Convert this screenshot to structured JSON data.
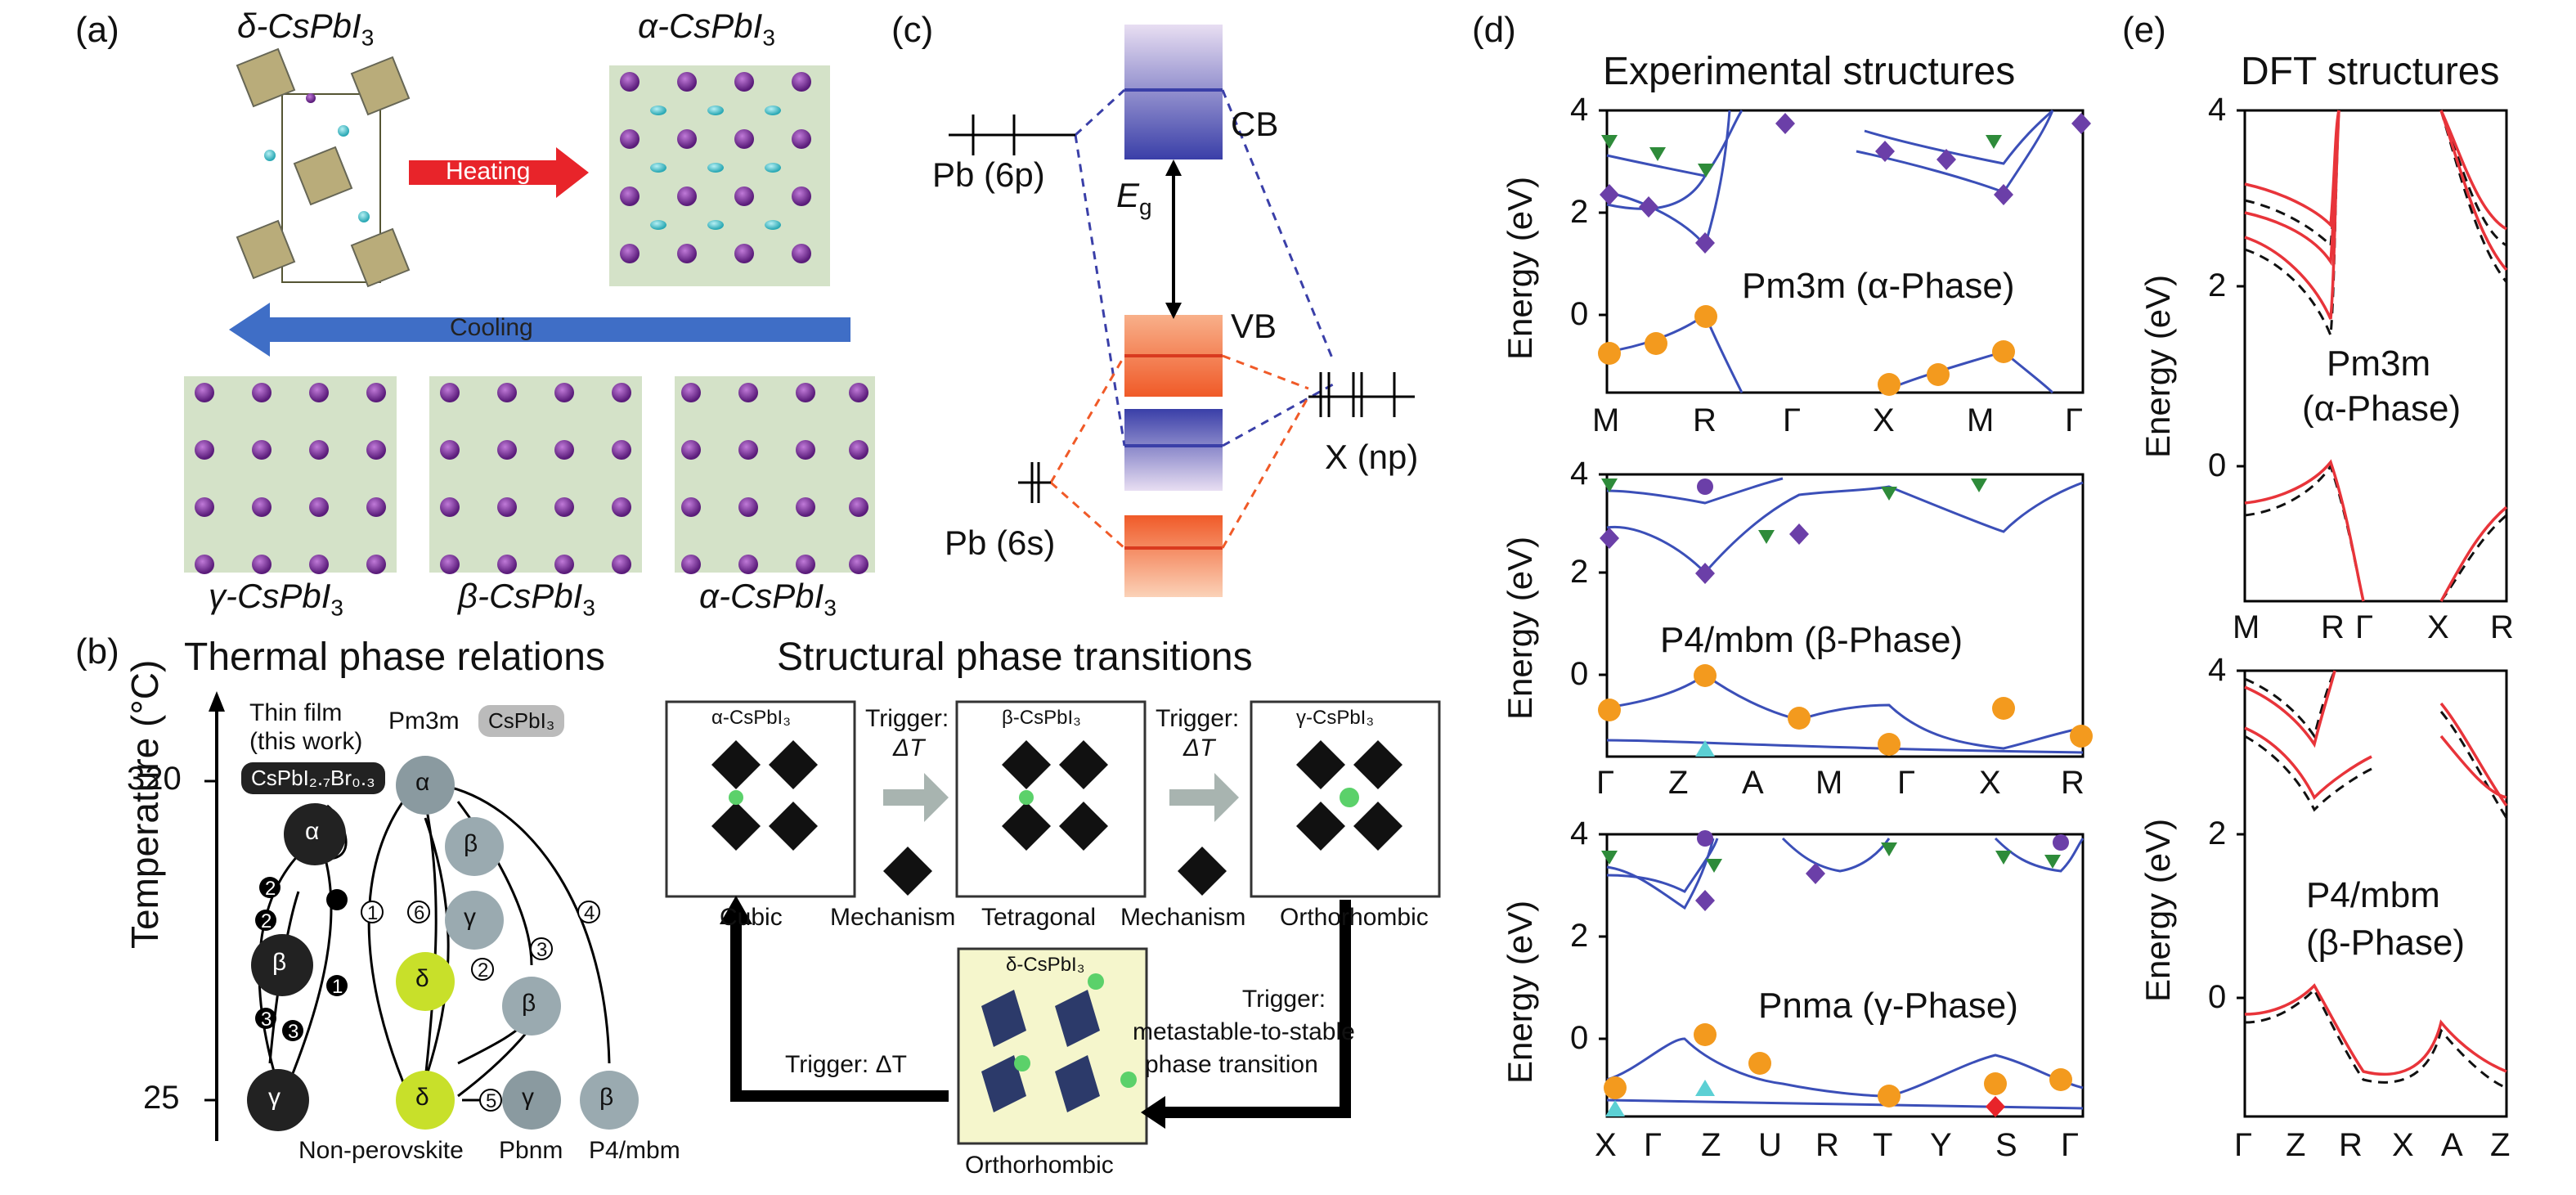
{
  "panels": {
    "a": "(a)",
    "b": "(b)",
    "c": "(c)",
    "d": "(d)",
    "e": "(e)"
  },
  "panel_a": {
    "delta_top": "δ-CsPbI",
    "alpha_top": "α-CsPbI",
    "heating": "Heating",
    "cooling": "Cooling",
    "gamma": "γ-CsPbI",
    "beta": "β-CsPbI",
    "alpha_bottom": "α-CsPbI",
    "sub3": "3"
  },
  "panel_b": {
    "title_left": "Thermal phase relations",
    "title_right": "Structural phase transitions",
    "yaxis": "Temperature (°C)",
    "t320": "320",
    "t25": "25",
    "thin_film": "Thin film",
    "this_work": "(this work)",
    "mixed": "CsPbI₂.₇Br₀.₃",
    "pm3m": "Pm3m",
    "cspbi3": "CsPbI₃",
    "non_perovskite": "Non-perovskite",
    "pbnm": "Pbnm",
    "p4mbm": "P4/mbm",
    "box_alpha": "α-CsPbI₃",
    "box_beta": "β-CsPbI₃",
    "box_gamma": "γ-CsPbI₃",
    "box_delta": "δ-CsPbI₃",
    "trigger": "Trigger:",
    "delta_t": "ΔT",
    "cubic": "Cubic",
    "mechanism": "Mechanism",
    "tetragonal": "Tetragonal",
    "orthorhombic": "Orthorhombic",
    "trigger_dt": "Trigger: ΔT",
    "metastable1": "Trigger:",
    "metastable2": "metastable-to-stable",
    "metastable3": "phase transition",
    "circle_labels": [
      "α",
      "β",
      "γ",
      "δ",
      "α",
      "β",
      "γ",
      "δ",
      "β",
      "γ",
      "β"
    ],
    "arrow_nums": [
      "2",
      "2",
      "3",
      "3",
      "1",
      "1",
      "6",
      "2",
      "3",
      "4",
      "5"
    ]
  },
  "panel_c": {
    "pb6p": "Pb (6p)",
    "pb6s": "Pb (6s)",
    "cb": "CB",
    "vb": "VB",
    "eg": "E",
    "eg_sub": "g",
    "xnp": "X (np)"
  },
  "panel_d": {
    "title": "Experimental structures",
    "ylabel": "Energy (eV)",
    "plots": [
      {
        "phase": "Pm3m (α-Phase)",
        "ticks": [
          "M",
          "R",
          "Γ",
          "X",
          "M",
          "Γ"
        ],
        "yticks": [
          "4",
          "2",
          "0"
        ]
      },
      {
        "phase": "P4/mbm (β-Phase)",
        "ticks": [
          "Γ",
          "Z",
          "A",
          "M",
          "Γ",
          "X",
          "R"
        ],
        "yticks": [
          "4",
          "2",
          "0"
        ]
      },
      {
        "phase": "Pnma (γ-Phase)",
        "ticks": [
          "X",
          "Γ",
          "Z",
          "U",
          "R",
          "T",
          "Y",
          "S",
          "Γ"
        ],
        "yticks": [
          "4",
          "2",
          "0"
        ]
      }
    ]
  },
  "panel_e": {
    "title": "DFT structures",
    "ylabel": "Energy (eV)",
    "plots": [
      {
        "phase1": "Pm3m",
        "phase2": "(α-Phase)",
        "ticks": [
          "M",
          "R",
          "Γ",
          "X",
          "R"
        ],
        "yticks": [
          "4",
          "2",
          "0"
        ]
      },
      {
        "phase1": "P4/mbm",
        "phase2": "(β-Phase)",
        "ticks": [
          "Γ",
          "Z",
          "R",
          "X",
          "A",
          "Z"
        ],
        "yticks": [
          "4",
          "2",
          "0"
        ]
      }
    ]
  },
  "colors": {
    "heating": "#e8242a",
    "cooling": "#3f6ec6",
    "band_blue": "#3a3fa8",
    "band_orange": "#f05a28",
    "dft_red": "#e8343a",
    "marker_green": "#2e8b3a",
    "marker_purple": "#6b3fa8",
    "marker_orange": "#f39a1e"
  }
}
